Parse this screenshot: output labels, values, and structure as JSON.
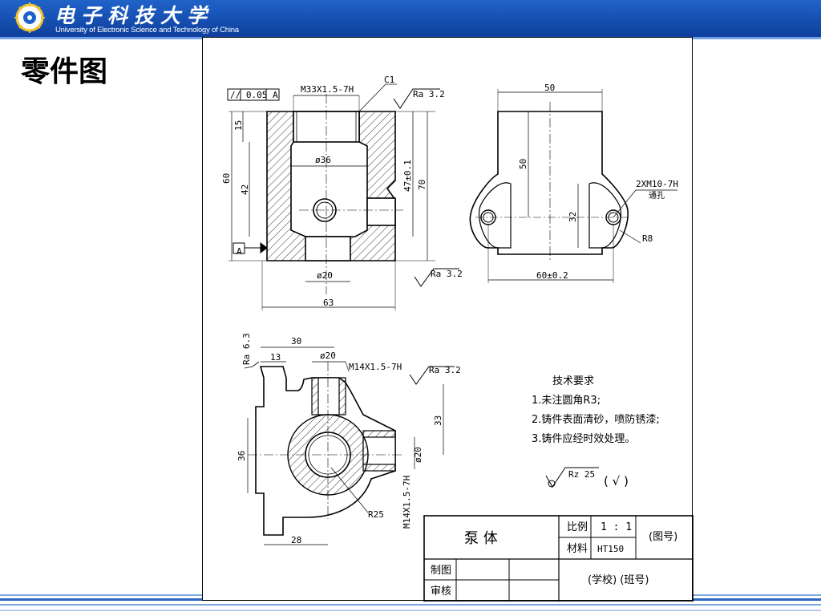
{
  "header": {
    "university_cn": "电子科技大学",
    "university_en": "University of Electronic Science and Technology of China"
  },
  "slide": {
    "title": "零件图"
  },
  "drawing": {
    "dims": {
      "tol": "// 0.05 A",
      "thread_main": "M33X1.5-7H",
      "chamfer": "C1",
      "ra1": "Ra 3.2",
      "d15": "15",
      "d60": "60",
      "d42": "42",
      "phi36": "ø36",
      "d47": "47±0.1",
      "d70": "70",
      "datum": "A",
      "phi20": "ø20",
      "ra2": "Ra 3.2",
      "d63": "63",
      "d50w": "50",
      "d50h": "50",
      "holes": "2XM10-7H",
      "through": "通孔",
      "d32": "32",
      "r8": "R8",
      "d60tol": "60±0.2",
      "ra63": "Ra 6.3",
      "d30": "30",
      "d13": "13",
      "phi20b": "ø20",
      "thread_side": "M14X1.5-7H",
      "ra3": "Ra 3.2",
      "d33": "33",
      "d36": "36",
      "phi20c": "ø20",
      "thread_vert": "M14X1.5-7H",
      "r25": "R25",
      "d28": "28"
    },
    "tech": {
      "title": "技术要求",
      "item1": "1.未注圆角R3;",
      "item2": "2.铸件表面清砂，喷防锈漆;",
      "item3": "3.铸件应经时效处理。"
    },
    "rough": {
      "rz": "Rz 25",
      "paren": "( √ )"
    },
    "title_block": {
      "part_name": "泵   体",
      "scale_label": "比例",
      "scale_value": "1 : 1",
      "drawing_no": "(图号)",
      "material_label": "材料",
      "material_value": "HT150",
      "drawn_label": "制图",
      "check_label": "审核",
      "school": "(学校)  (班号)"
    }
  }
}
